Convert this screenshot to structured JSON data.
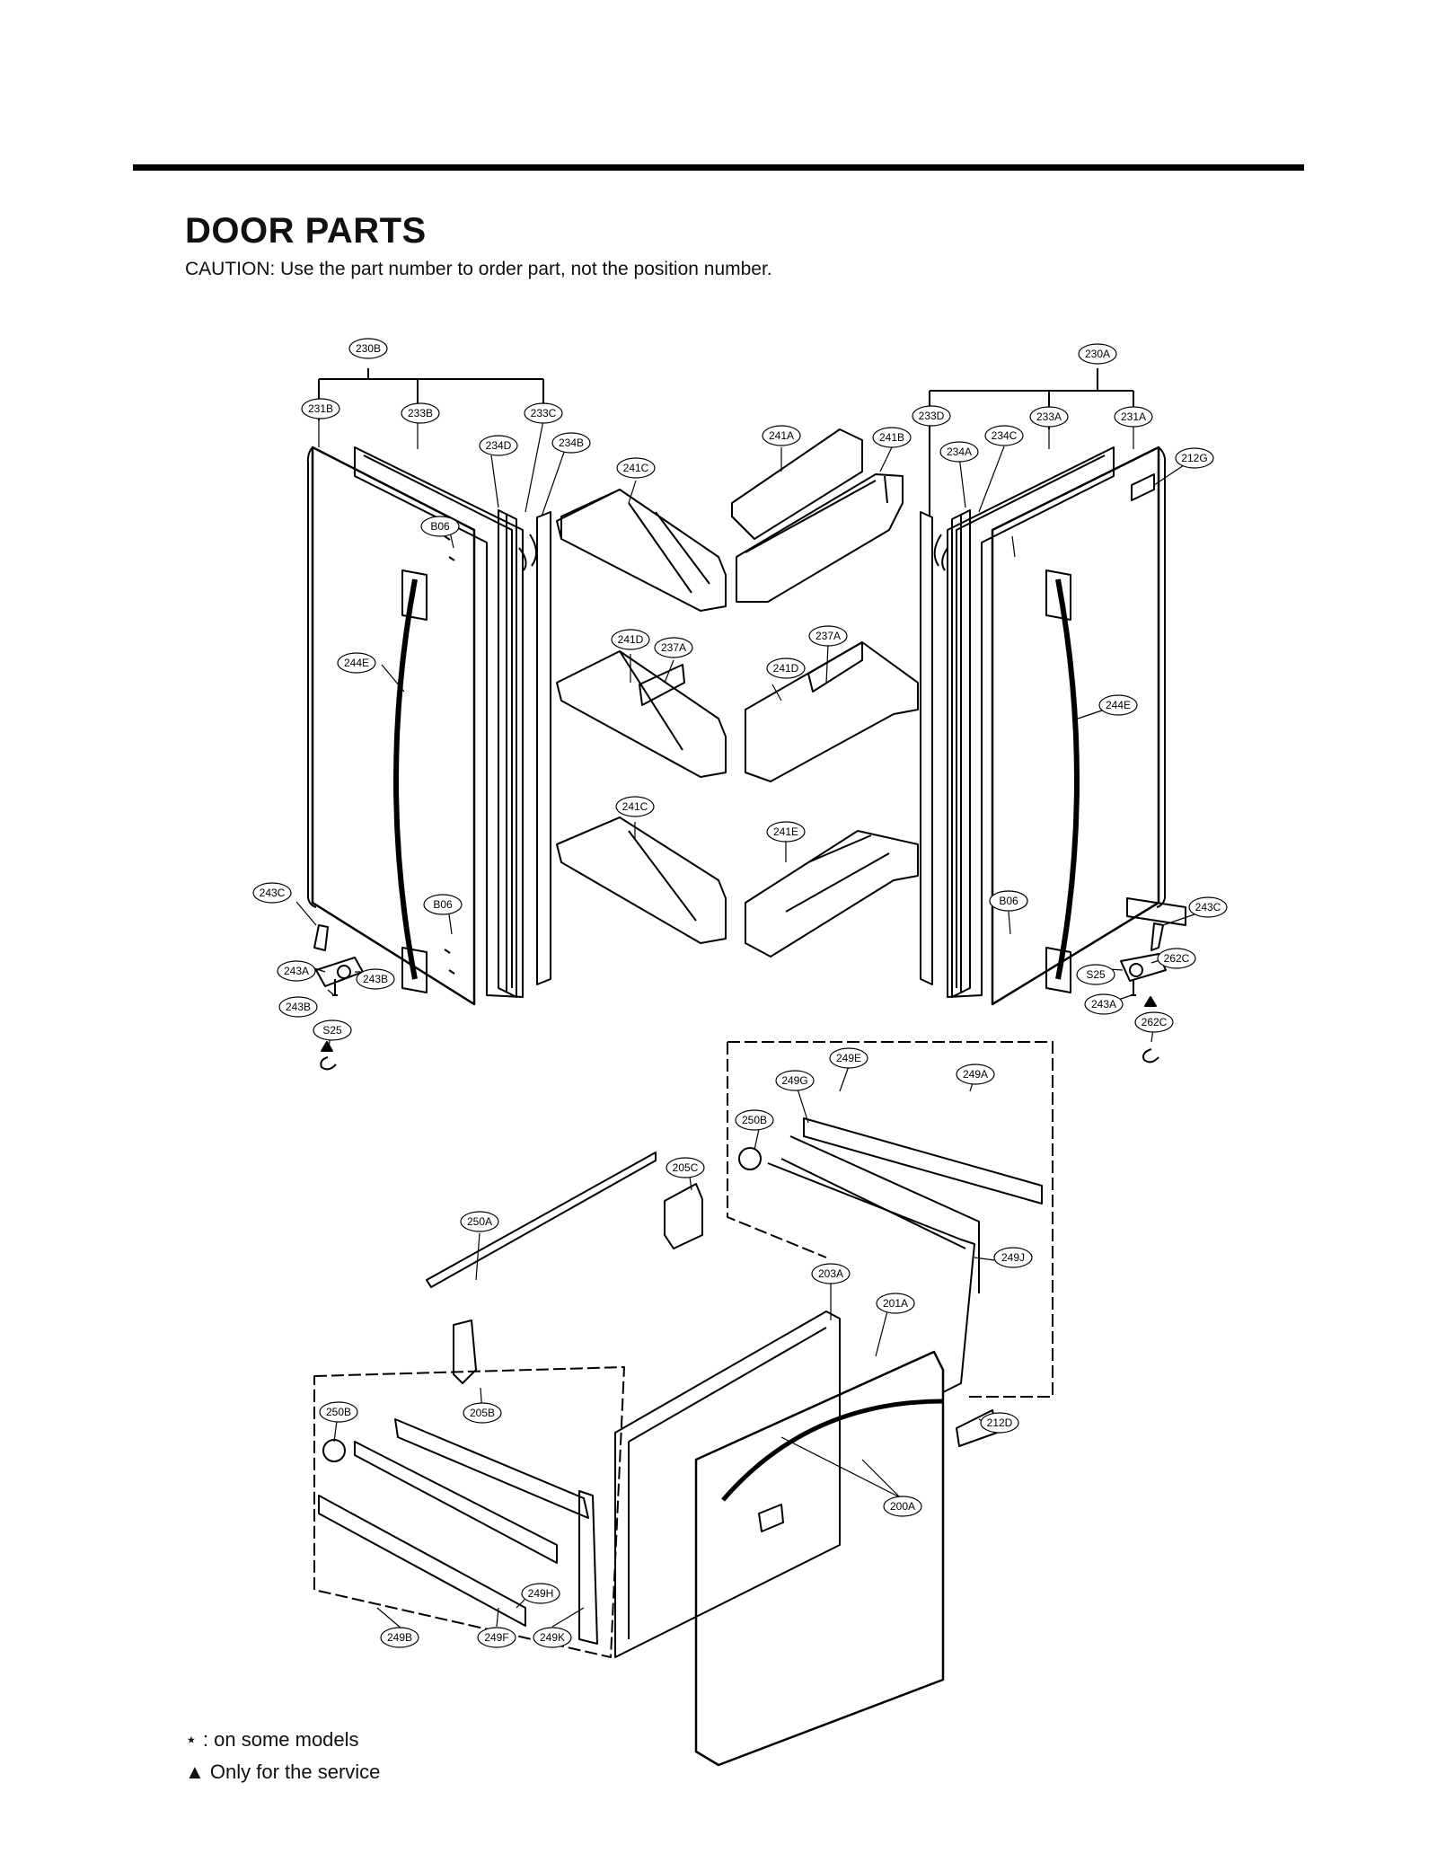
{
  "title": "DOOR PARTS",
  "caution": "CAUTION: Use the part number to order part, not the position number.",
  "legend": {
    "some_models_symbol": "⋆",
    "some_models": ": on some models",
    "service_symbol": "▲",
    "service": "Only for the service"
  },
  "labels": [
    "230B",
    "231B",
    "233B",
    "233C",
    "234D",
    "234B",
    "241C",
    "241A",
    "241B",
    "233D",
    "234A",
    "234C",
    "233A",
    "231A",
    "230A",
    "212G",
    "B06",
    "244E",
    "241D",
    "237A",
    "237A",
    "241D",
    "244E",
    "241C",
    "241E",
    "243C",
    "B06",
    "B06",
    "243C",
    "243A",
    "243B",
    "S25",
    "262C",
    "243B",
    "243A",
    "S25",
    "262C",
    "249E",
    "249A",
    "249G",
    "250B",
    "205C",
    "250A",
    "249J",
    "203A",
    "201A",
    "212D",
    "250B",
    "205B",
    "200A",
    "249H",
    "249B",
    "249F",
    "249K",
    "B06"
  ]
}
